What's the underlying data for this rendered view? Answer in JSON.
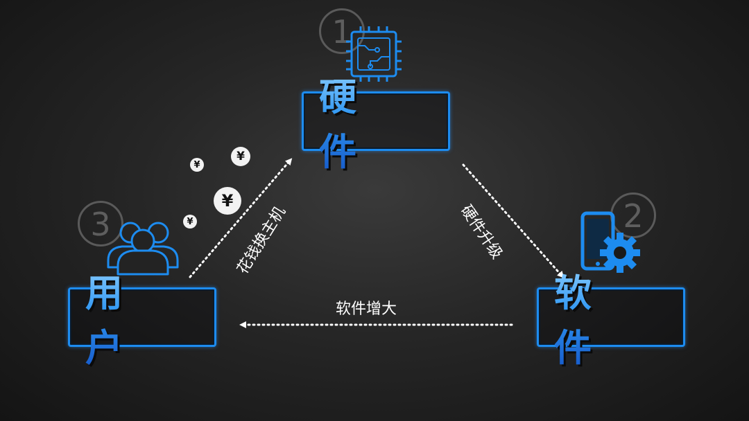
{
  "nodes": {
    "hardware": {
      "label": "硬 件",
      "step": "1"
    },
    "software": {
      "label": "软 件",
      "step": "2"
    },
    "user": {
      "label": "用 户",
      "step": "3"
    }
  },
  "edges": {
    "user_to_hardware": "花钱换主机",
    "hardware_to_software": "硬件升级",
    "software_to_user": "软件增大"
  },
  "coins": {
    "symbol": "¥"
  },
  "colors": {
    "accent": "#1d8cf0",
    "label_gradient_top": "#8fd0ff",
    "label_gradient_bottom": "#1557c8",
    "step_circle": "#5a5a5a",
    "background": "#262626"
  },
  "icons": {
    "hardware": "cpu-chip-icon",
    "software": "phone-gear-icon",
    "user": "users-group-icon"
  }
}
